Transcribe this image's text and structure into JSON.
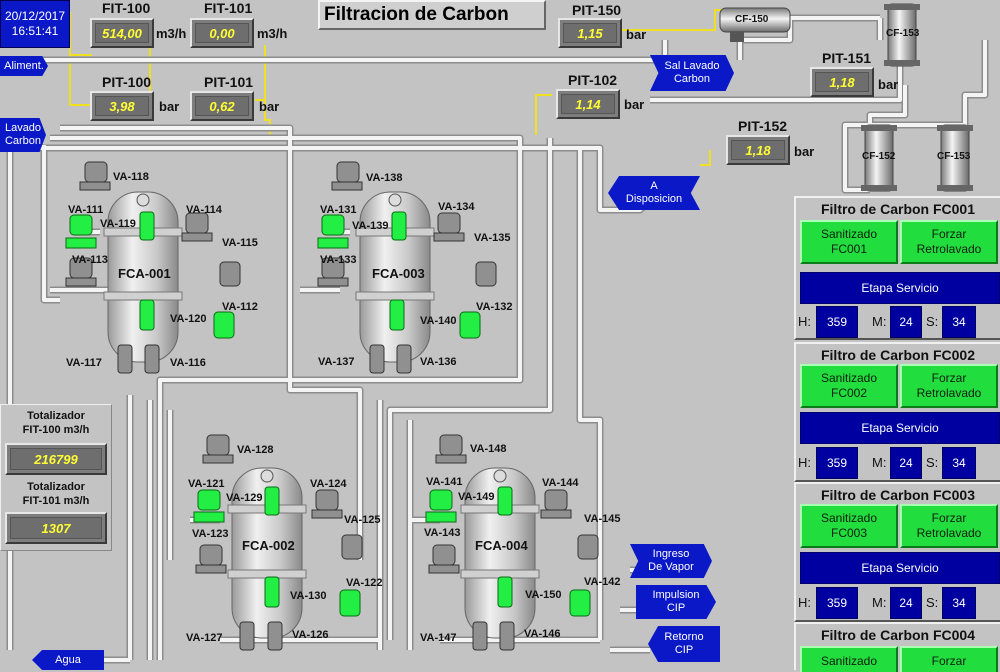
{
  "header": {
    "date": "20/12/2017",
    "time": "16:51:41",
    "title": "Filtracion de Carbon"
  },
  "colors": {
    "pipe": "#f4f4f4",
    "signal": "#f0e020",
    "nav_blue": "#0a18c8",
    "panel_blue": "#0000a0",
    "green": "#22dd3e",
    "value_text": "#ffff33"
  },
  "instruments": {
    "fit100": {
      "tag": "FIT-100",
      "value": "514,00",
      "unit": "m3/h"
    },
    "fit101": {
      "tag": "FIT-101",
      "value": "0,00",
      "unit": "m3/h"
    },
    "pit100": {
      "tag": "PIT-100",
      "value": "3,98",
      "unit": "bar"
    },
    "pit101": {
      "tag": "PIT-101",
      "value": "0,62",
      "unit": "bar"
    },
    "pit150": {
      "tag": "PIT-150",
      "value": "1,15",
      "unit": "bar"
    },
    "pit102": {
      "tag": "PIT-102",
      "value": "1,14",
      "unit": "bar"
    },
    "pit151": {
      "tag": "PIT-151",
      "value": "1,18",
      "unit": "bar"
    },
    "pit152": {
      "tag": "PIT-152",
      "value": "1,18",
      "unit": "bar"
    }
  },
  "cartridge_filters": {
    "cf150": "CF-150",
    "cf153a": "CF-153",
    "cf152": "CF-152",
    "cf153b": "CF-153"
  },
  "nav": {
    "aliment": "Aliment.",
    "lavado_carbon": [
      "Lavado",
      "Carbon"
    ],
    "sal_lavado": [
      "Sal Lavado",
      "Carbon"
    ],
    "a_disposicion": [
      "A",
      "Disposicion"
    ],
    "ingreso_vapor": [
      "Ingreso",
      "De Vapor"
    ],
    "impulsion_cip": [
      "Impulsion",
      "CIP"
    ],
    "retorno_cip": [
      "Retorno",
      "CIP"
    ],
    "agua": "Agua"
  },
  "totalizers": {
    "fit100": {
      "label1": "Totalizador",
      "label2": "FIT-100 m3/h",
      "value": "216799"
    },
    "fit101": {
      "label1": "Totalizador",
      "label2": "FIT-101 m3/h",
      "value": "1307"
    }
  },
  "tanks": {
    "fca001": {
      "name": "FCA-001",
      "valves": [
        "VA-118",
        "VA-111",
        "VA-119",
        "VA-114",
        "VA-115",
        "VA-113",
        "VA-112",
        "VA-120",
        "VA-117",
        "VA-116"
      ]
    },
    "fca003": {
      "name": "FCA-003",
      "valves": [
        "VA-138",
        "VA-131",
        "VA-139",
        "VA-134",
        "VA-135",
        "VA-133",
        "VA-132",
        "VA-140",
        "VA-137",
        "VA-136"
      ]
    },
    "fca002": {
      "name": "FCA-002",
      "valves": [
        "VA-128",
        "VA-121",
        "VA-129",
        "VA-124",
        "VA-125",
        "VA-123",
        "VA-122",
        "VA-130",
        "VA-127",
        "VA-126"
      ]
    },
    "fca004": {
      "name": "FCA-004",
      "valves": [
        "VA-148",
        "VA-141",
        "VA-149",
        "VA-144",
        "VA-145",
        "VA-143",
        "VA-142",
        "VA-150",
        "VA-147",
        "VA-146"
      ]
    }
  },
  "filter_panels": [
    {
      "title": "Filtro de Carbon FC001",
      "btn_sanitize": [
        "Sanitizado",
        "FC001"
      ],
      "btn_backwash": [
        "Forzar",
        "Retrolavado"
      ],
      "stage": "Etapa Servicio",
      "h_label": "H:",
      "h": "359",
      "m_label": "M:",
      "m": "24",
      "s_label": "S:",
      "s": "34"
    },
    {
      "title": "Filtro de Carbon FC002",
      "btn_sanitize": [
        "Sanitizado",
        "FC002"
      ],
      "btn_backwash": [
        "Forzar",
        "Retrolavado"
      ],
      "stage": "Etapa Servicio",
      "h_label": "H:",
      "h": "359",
      "m_label": "M:",
      "m": "24",
      "s_label": "S:",
      "s": "34"
    },
    {
      "title": "Filtro de Carbon FC003",
      "btn_sanitize": [
        "Sanitizado",
        "FC003"
      ],
      "btn_backwash": [
        "Forzar",
        "Retrolavado"
      ],
      "stage": "Etapa Servicio",
      "h_label": "H:",
      "h": "359",
      "m_label": "M:",
      "m": "24",
      "s_label": "S:",
      "s": "34"
    },
    {
      "title": "Filtro de Carbon FC004",
      "btn_sanitize": [
        "Sanitizado"
      ],
      "btn_backwash": [
        "Forzar"
      ]
    }
  ]
}
